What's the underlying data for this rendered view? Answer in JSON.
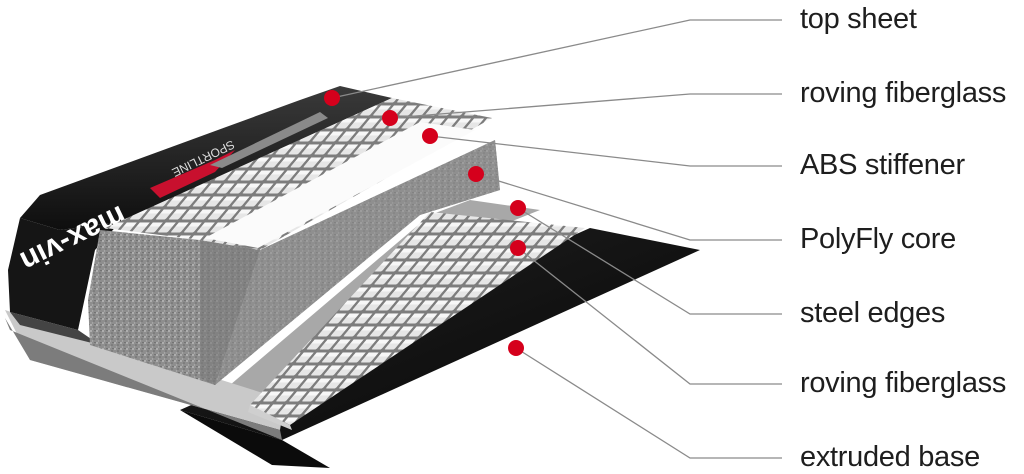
{
  "brand": {
    "logo_text": "max-vin",
    "model_text": "SPORTLINE"
  },
  "colors": {
    "marker": "#d5001c",
    "leader": "#8a8a8a",
    "top_sheet": "#1b1b1b",
    "brand_red": "#c8102e",
    "base": "#111111",
    "core": "#9a9a9a"
  },
  "layers": [
    {
      "id": "top-sheet",
      "label": "top sheet"
    },
    {
      "id": "roving-fiberglass-upper",
      "label": "roving fiberglass"
    },
    {
      "id": "abs-stiffener",
      "label": "ABS stiffener"
    },
    {
      "id": "polyfly-core",
      "label": "PolyFly core"
    },
    {
      "id": "steel-edges",
      "label": "steel edges"
    },
    {
      "id": "roving-fiberglass-lower",
      "label": "roving fiberglass"
    },
    {
      "id": "extruded-base",
      "label": "extruded base"
    }
  ]
}
